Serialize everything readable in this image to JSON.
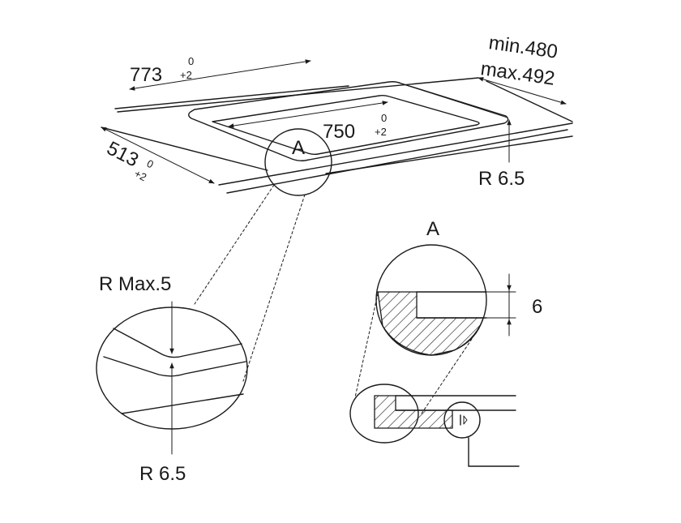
{
  "dimensions": {
    "width": {
      "value": "773",
      "tol_upper": "0",
      "tol_lower": "+2"
    },
    "depth": {
      "value": "513",
      "tol_upper": "0",
      "tol_lower": "+2"
    },
    "inner": {
      "value": "750",
      "tol_upper": "0",
      "tol_lower": "+2"
    },
    "worktop_min": "min.480",
    "worktop_max": "max.492",
    "corner_radius": "R 6.5",
    "detail_radius_top": "R Max.5",
    "detail_radius_bottom": "R 6.5",
    "step_height": "6"
  },
  "detail_labels": {
    "callout": "A",
    "section_title": "A"
  }
}
